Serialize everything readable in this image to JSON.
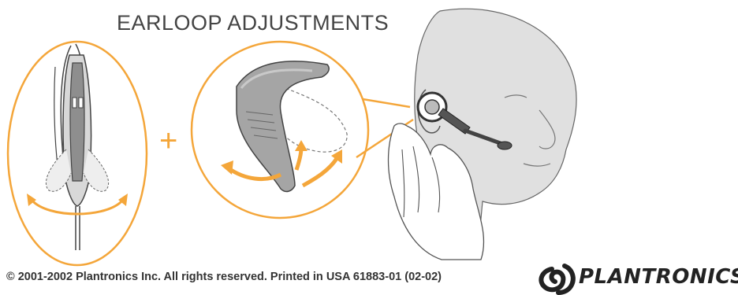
{
  "title": "EARLOOP ADJUSTMENTS",
  "plus_sign": "+",
  "footer": {
    "copyright": "© 2001-2002 Plantronics Inc. All rights reserved. Printed in USA  61883-01 (02-02)"
  },
  "logo": {
    "text": "PLANTRONICS.",
    "icon": "plantronics-swirl-logo"
  },
  "colors": {
    "accent": "#F4A63A",
    "line": "#555555",
    "face_gray": "#E0E0E0",
    "earloop_gray": "#A5A5A5"
  }
}
